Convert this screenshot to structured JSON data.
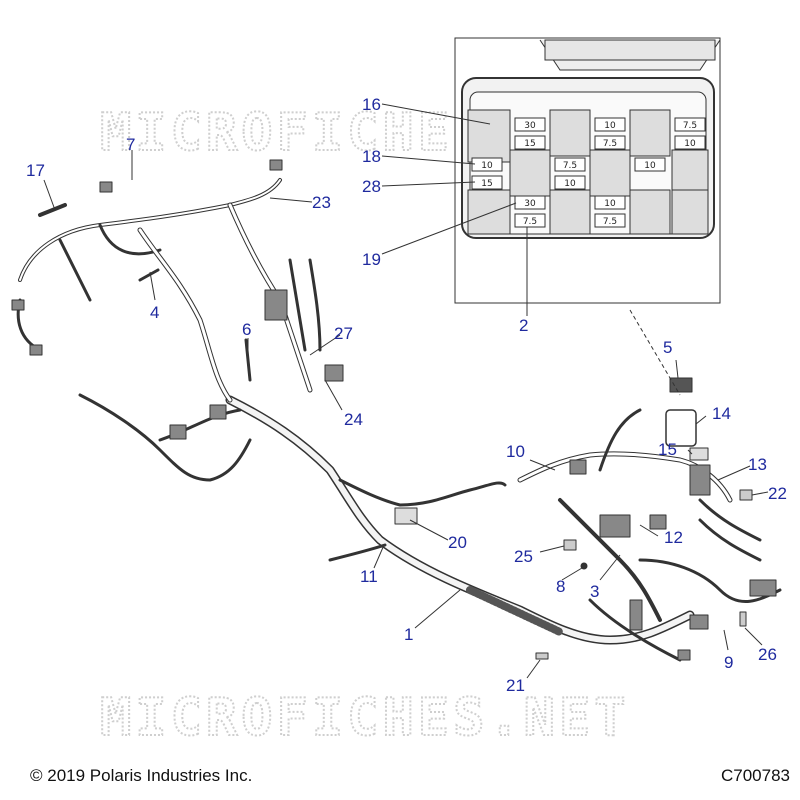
{
  "watermark": "MICROFICHES.NET",
  "footer": {
    "copyright": "© 2019 Polaris Industries Inc.",
    "diagram_code": "C700783"
  },
  "callouts": {
    "c1": "1",
    "c2": "2",
    "c3": "3",
    "c4": "4",
    "c5": "5",
    "c6": "6",
    "c7": "7",
    "c8": "8",
    "c9": "9",
    "c10": "10",
    "c11": "11",
    "c12": "12",
    "c13": "13",
    "c14": "14",
    "c15": "15",
    "c16": "16",
    "c17": "17",
    "c18": "18",
    "c19": "19",
    "c20": "20",
    "c21": "21",
    "c22": "22",
    "c23": "23",
    "c24": "24",
    "c25": "25",
    "c26": "26",
    "c27": "27",
    "c28": "28"
  },
  "fuse_box": {
    "ratings": {
      "f1": "30",
      "f2": "15",
      "f3": "7.5",
      "f4": "10",
      "f5": "7.5",
      "f6": "10",
      "f7": "10",
      "f8": "7.5",
      "f9": "10",
      "f10": "10",
      "f11": "15",
      "f12": "30",
      "f13": "7.5",
      "f14": "10",
      "f15": "7.5"
    }
  }
}
